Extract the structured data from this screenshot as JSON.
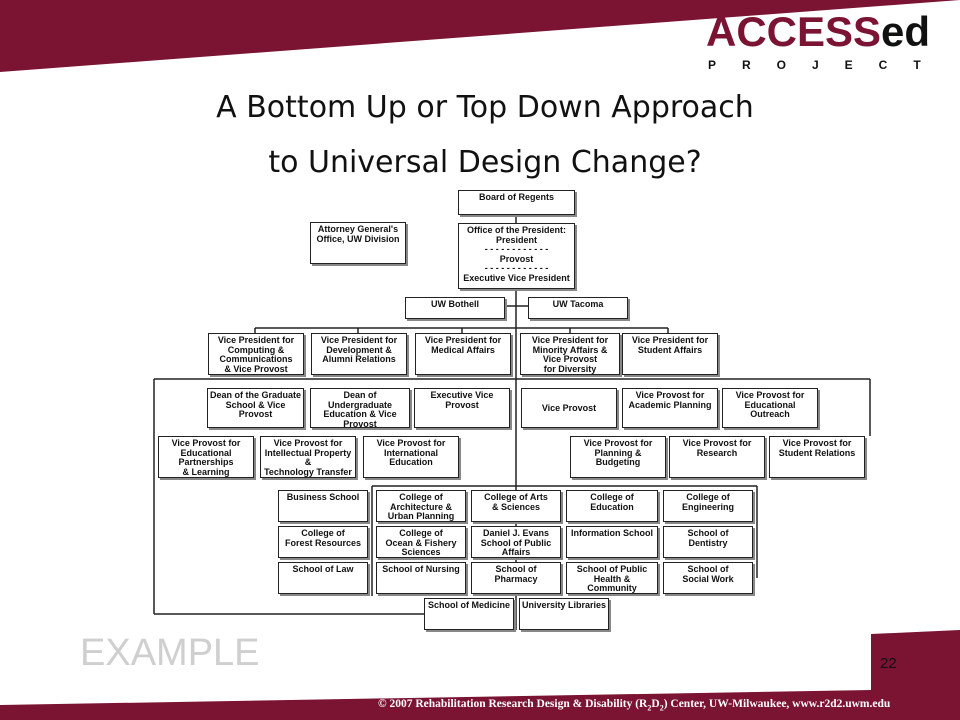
{
  "slide": {
    "title_line1": "A Bottom Up or Top Down Approach",
    "title_line2": "to Universal Design Change?",
    "watermark": "EXAMPLE",
    "page_number": "22",
    "brand_color": "#7b1333"
  },
  "logo": {
    "main": "ACCESS",
    "ed": "ed",
    "sub": "PROJECT"
  },
  "footer": {
    "pre": "© 2007 Rehabilitation Research Design & Disability (R",
    "s1": "2",
    "mid": "D",
    "s2": "2",
    "post": ") Center, UW-Milwaukee, www.r2d2.uwm.edu"
  },
  "org": {
    "regents": "Board of Regents",
    "president": "Office of the President:\nPresident\n- - - - - - - - - - - -\nProvost\n- - - - - - - - - - - -\nExecutive Vice President",
    "attorney": "Attorney General's\nOffice, UW Division",
    "bothell": "UW Bothell",
    "tacoma": "UW Tacoma",
    "vp_computing": "Vice President for\nComputing &\nCommunications\n& Vice Provost",
    "vp_development": "Vice President for\nDevelopment &\nAlumni Relations",
    "vp_medical": "Vice President for\nMedical Affairs",
    "vp_minority": "Vice President for\nMinority Affairs &\nVice Provost\nfor Diversity",
    "vp_student": "Vice President for\nStudent Affairs",
    "dean_graduate": "Dean of the Graduate\nSchool & Vice Provost",
    "dean_undergrad": "Dean of Undergraduate\nEducation & Vice\nProvost",
    "exec_vp_provost": "Executive Vice Provost",
    "vice_provost": "Vice Provost",
    "vp_academic_planning": "Vice Provost for\nAcademic Planning",
    "vp_outreach": "Vice Provost for\nEducational Outreach",
    "vp_partnerships": "Vice Provost for\nEducational Partnerships\n& Learning Technologies",
    "vp_ip": "Vice Provost for\nIntellectual Property &\nTechnology Transfer",
    "vp_international": "Vice Provost for\nInternational\nEducation",
    "vp_planning": "Vice Provost for\nPlanning & Budgeting",
    "vp_research": "Vice Provost for\nResearch",
    "vp_student_relations": "Vice Provost for\nStudent Relations",
    "business": "Business School",
    "forest": "College of\nForest Resources",
    "law": "School of Law",
    "architecture": "College of\nArchitecture &\nUrban Planning",
    "ocean": "College of\nOcean & Fishery\nSciences",
    "nursing": "School of Nursing",
    "arts": "College of Arts\n& Sciences",
    "evans": "Daniel J. Evans\nSchool of Public\nAffairs",
    "pharmacy": "School of Pharmacy",
    "education": "College of Education",
    "information": "Information School",
    "public_health": "School of Public\nHealth & Community\nMedicine",
    "engineering": "College of\nEngineering",
    "dentistry": "School of\nDentistry",
    "social_work": "School of\nSocial Work",
    "medicine": "School of Medicine",
    "libraries": "University Libraries"
  }
}
